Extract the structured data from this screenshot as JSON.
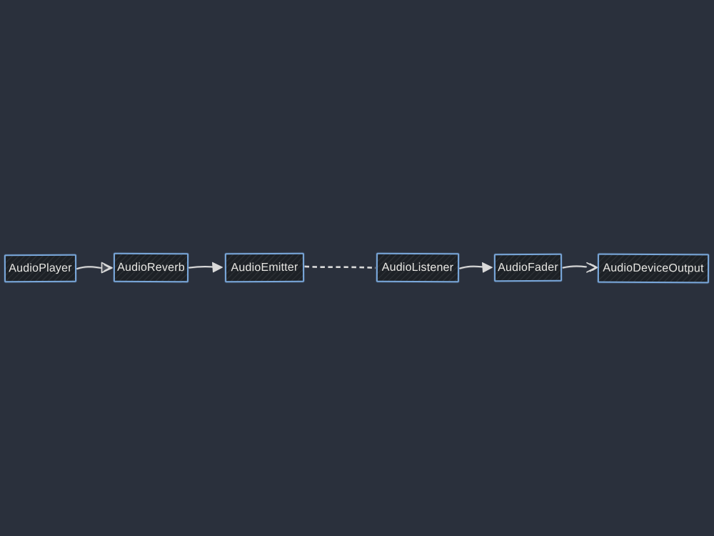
{
  "diagram": {
    "type": "flow",
    "description": "Hand-drawn style audio signal chain on a dark whiteboard canvas",
    "nodes": [
      {
        "id": "audio-player",
        "label": "AudioPlayer"
      },
      {
        "id": "audio-reverb",
        "label": "AudioReverb"
      },
      {
        "id": "audio-emitter",
        "label": "AudioEmitter"
      },
      {
        "id": "audio-listener",
        "label": "AudioListener"
      },
      {
        "id": "audio-fader",
        "label": "AudioFader"
      },
      {
        "id": "audio-device-output",
        "label": "AudioDeviceOutput"
      }
    ],
    "edges": [
      {
        "from": "AudioPlayer",
        "to": "AudioReverb",
        "line_style": "solid",
        "arrowhead": "open-triangle"
      },
      {
        "from": "AudioReverb",
        "to": "AudioEmitter",
        "line_style": "solid",
        "arrowhead": "filled-triangle"
      },
      {
        "from": "AudioEmitter",
        "to": "AudioListener",
        "line_style": "dashed",
        "arrowhead": "none"
      },
      {
        "from": "AudioListener",
        "to": "AudioFader",
        "line_style": "solid",
        "arrowhead": "filled-triangle"
      },
      {
        "from": "AudioFader",
        "to": "AudioDeviceOutput",
        "line_style": "solid",
        "arrowhead": "sketchy-chevron"
      }
    ],
    "colors": {
      "background": "#2a303c",
      "node_fill": "#1d2126",
      "node_border": "#79a7da",
      "node_text": "#e8e7e3",
      "connector": "#d9d9d9"
    }
  }
}
